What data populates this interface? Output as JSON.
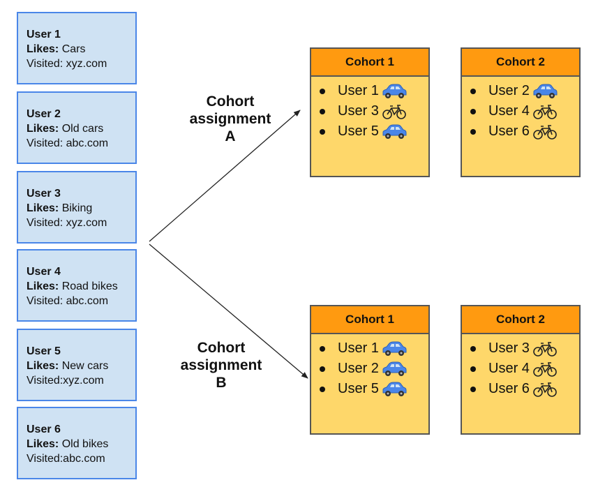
{
  "users": [
    {
      "name": "User 1",
      "likes_label": "Likes:",
      "likes": "Cars",
      "visited": "Visited: xyz.com"
    },
    {
      "name": "User 2",
      "likes_label": "Likes:",
      "likes": "Old cars",
      "visited": "Visited: abc.com"
    },
    {
      "name": "User 3",
      "likes_label": "Likes:",
      "likes": "Biking",
      "visited": "Visited: xyz.com"
    },
    {
      "name": "User 4",
      "likes_label": "Likes:",
      "likes": "Road bikes",
      "visited": "Visited: abc.com"
    },
    {
      "name": "User 5",
      "likes_label": "Likes:",
      "likes": "New cars",
      "visited": "Visited:xyz.com"
    },
    {
      "name": "User 6",
      "likes_label": "Likes:",
      "likes": "Old bikes",
      "visited": "Visited:abc.com"
    }
  ],
  "assignment_a": {
    "label_line1": "Cohort",
    "label_line2": "assignment",
    "label_line3": "A",
    "cohorts": [
      {
        "title": "Cohort 1",
        "members": [
          {
            "name": "User 1",
            "icon": "car-icon"
          },
          {
            "name": "User 3",
            "icon": "bike-icon"
          },
          {
            "name": "User 5",
            "icon": "car-icon"
          }
        ]
      },
      {
        "title": "Cohort 2",
        "members": [
          {
            "name": "User 2",
            "icon": "car-icon"
          },
          {
            "name": "User 4",
            "icon": "bike-icon"
          },
          {
            "name": "User 6",
            "icon": "bike-icon"
          }
        ]
      }
    ]
  },
  "assignment_b": {
    "label_line1": "Cohort",
    "label_line2": "assignment",
    "label_line3": "B",
    "cohorts": [
      {
        "title": "Cohort 1",
        "members": [
          {
            "name": "User 1",
            "icon": "car-icon"
          },
          {
            "name": "User 2",
            "icon": "car-icon"
          },
          {
            "name": "User 5",
            "icon": "car-icon"
          }
        ]
      },
      {
        "title": "Cohort 2",
        "members": [
          {
            "name": "User 3",
            "icon": "bike-icon"
          },
          {
            "name": "User 4",
            "icon": "bike-icon"
          },
          {
            "name": "User 6",
            "icon": "bike-icon"
          }
        ]
      }
    ]
  },
  "colors": {
    "user_card_fill": "#cfe2f3",
    "user_card_border": "#4a86e8",
    "cohort_header": "#ff9a10",
    "cohort_body": "#fed76a",
    "car": "#4a86e8"
  }
}
